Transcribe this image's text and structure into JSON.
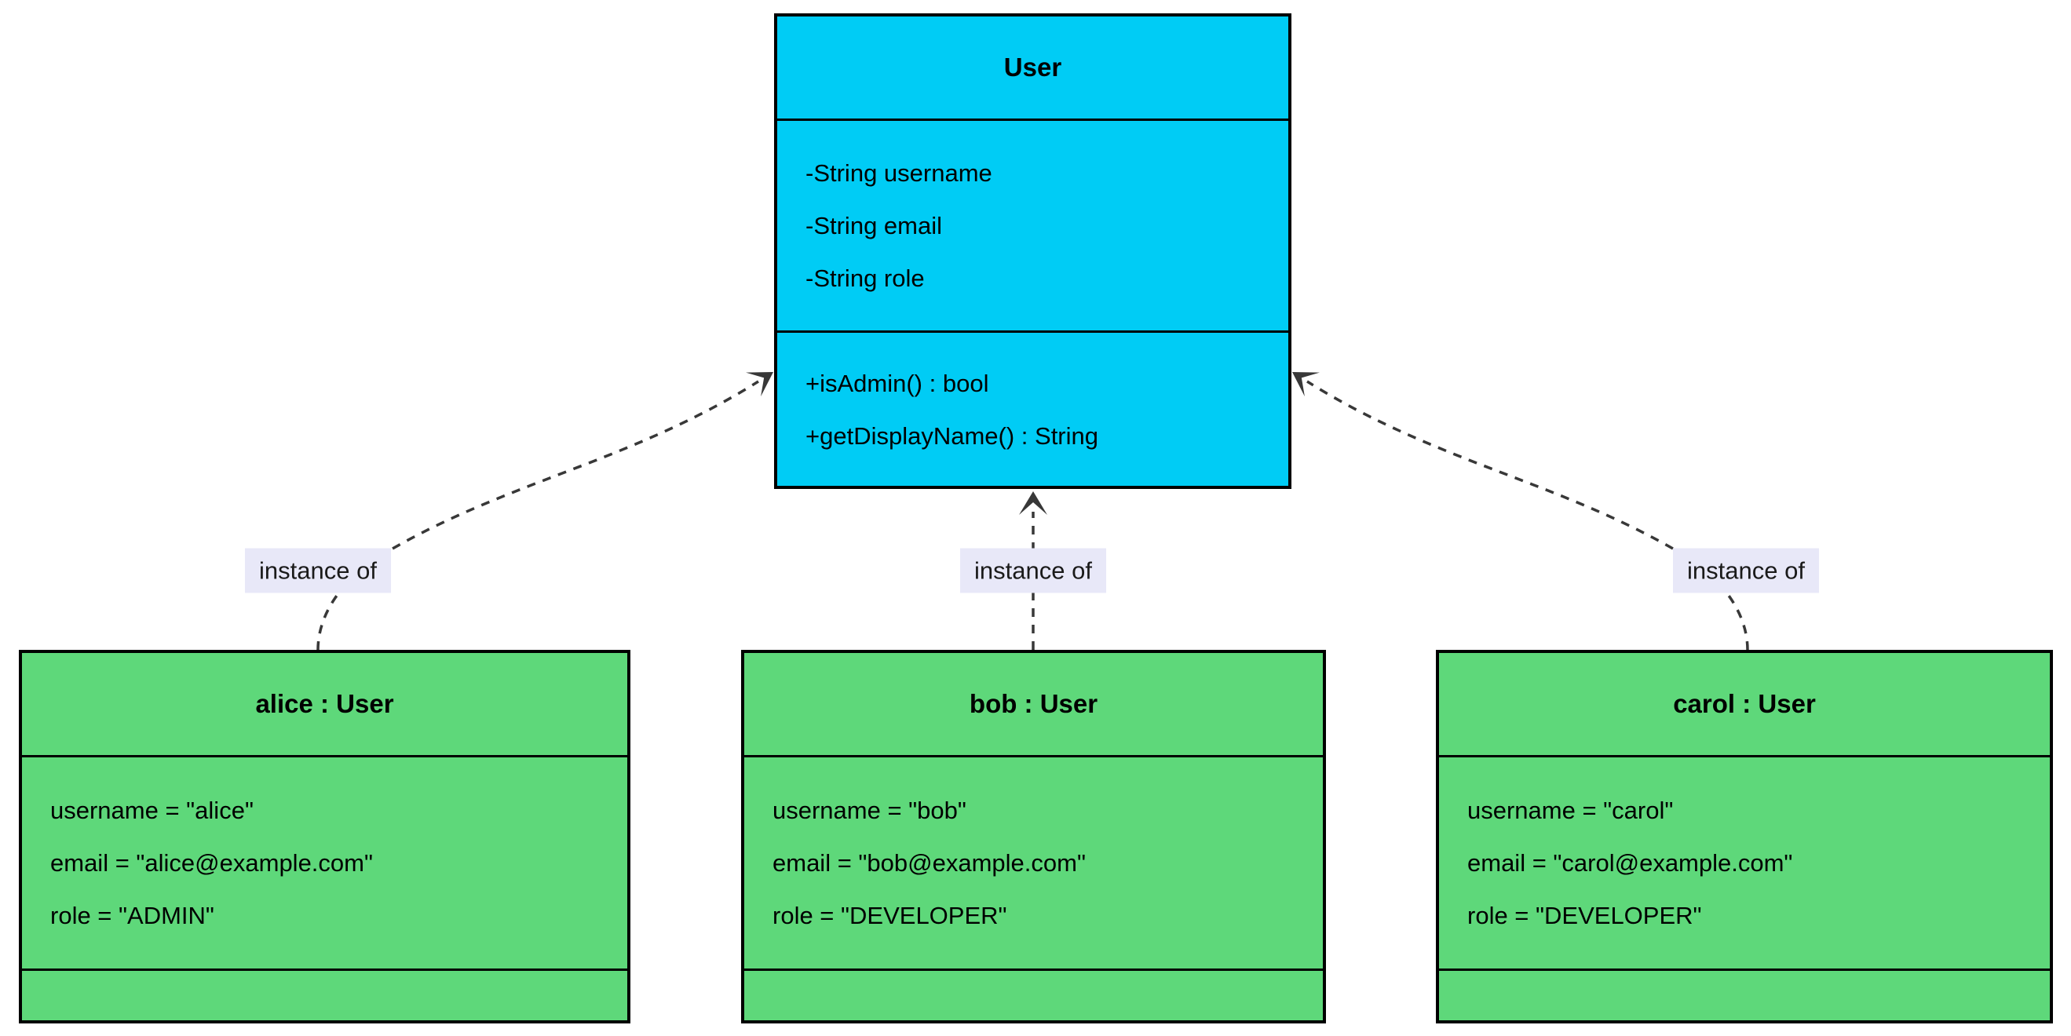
{
  "diagram_type": "uml-class-diagram",
  "colors": {
    "class_fill": "#00ccf5",
    "instance_fill": "#5ed87a",
    "edge_label_bg": "#e8e8f8",
    "edge_color": "#383838",
    "border_color": "#000000",
    "text_color": "#000000",
    "label_text_color": "#1a1a1a",
    "background": "#ffffff"
  },
  "class_box": {
    "title": "User",
    "attributes": [
      "-String username",
      "-String email",
      "-String role"
    ],
    "methods": [
      "+isAdmin() : bool",
      "+getDisplayName() : String"
    ]
  },
  "instances": [
    {
      "title": "alice : User",
      "fields": [
        "username = \"alice\"",
        "email = \"alice@example.com\"",
        "role = \"ADMIN\""
      ]
    },
    {
      "title": "bob : User",
      "fields": [
        "username = \"bob\"",
        "email = \"bob@example.com\"",
        "role = \"DEVELOPER\""
      ]
    },
    {
      "title": "carol : User",
      "fields": [
        "username = \"carol\"",
        "email = \"carol@example.com\"",
        "role = \"DEVELOPER\""
      ]
    }
  ],
  "edges": [
    {
      "from": "alice",
      "to": "User",
      "label": "instance of"
    },
    {
      "from": "bob",
      "to": "User",
      "label": "instance of"
    },
    {
      "from": "carol",
      "to": "User",
      "label": "instance of"
    }
  ]
}
